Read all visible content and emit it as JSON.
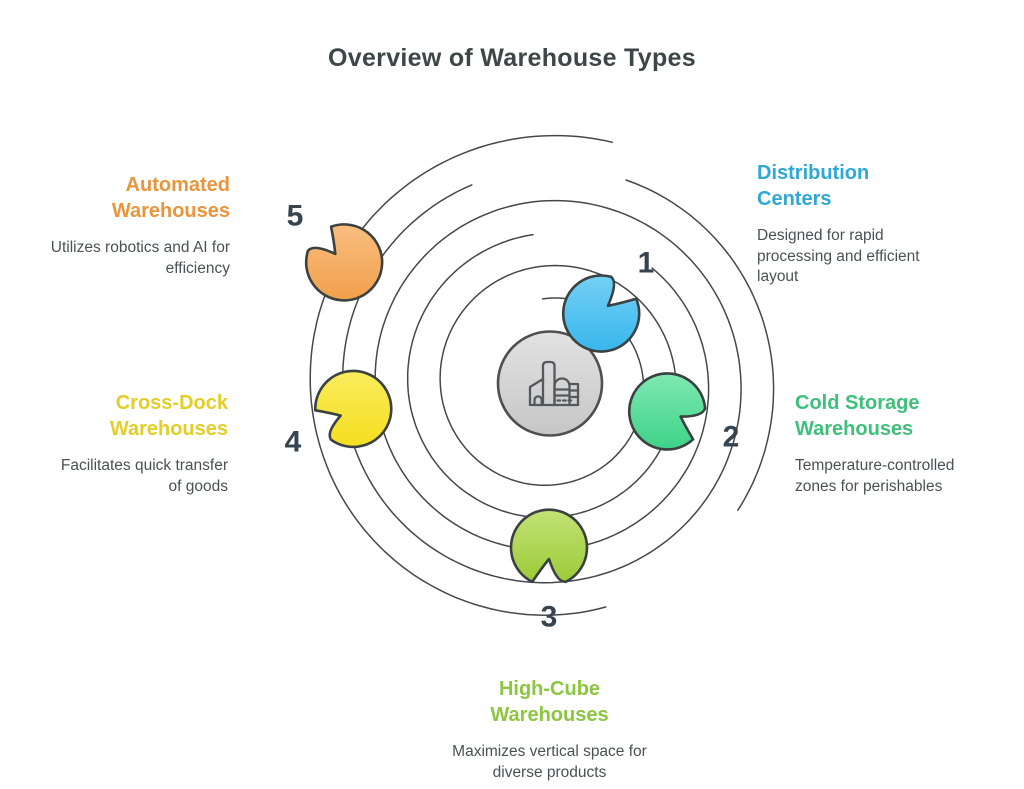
{
  "title": "Overview of Warehouse Types",
  "center_icon": "factory",
  "colors": {
    "outline": "#3A4140",
    "spiral": "#45484B",
    "title_text": "#3F4648",
    "body_text": "#4A5254",
    "number_text": "#35444E",
    "center_fill_top": "#E2E2E2",
    "center_fill_bottom": "#C6C6C6"
  },
  "types": [
    {
      "number": "1",
      "name": "Distribution Centers",
      "description": "Designed for rapid processing and efficient layout",
      "accent": "#2FA8D5",
      "bubble_top": "#74D0F4",
      "bubble_bottom": "#38B6EC"
    },
    {
      "number": "2",
      "name": "Cold Storage Warehouses",
      "description": "Temperature-controlled zones for perishables",
      "accent": "#3FBF7C",
      "bubble_top": "#7FE9B2",
      "bubble_bottom": "#3ED288"
    },
    {
      "number": "3",
      "name": "High-Cube Warehouses",
      "description": "Maximizes vertical space for diverse products",
      "accent": "#8CC63F",
      "bubble_top": "#C3E276",
      "bubble_bottom": "#9BCB37"
    },
    {
      "number": "4",
      "name": "Cross-Dock Warehouses",
      "description": "Facilitates quick transfer of goods",
      "accent": "#E2CE27",
      "bubble_top": "#F9EC5C",
      "bubble_bottom": "#F5DE1F"
    },
    {
      "number": "5",
      "name": "Automated Warehouses",
      "description": "Utilizes robotics and AI for efficiency",
      "accent": "#E8953C",
      "bubble_top": "#F8BE80",
      "bubble_bottom": "#F2A04B"
    }
  ]
}
